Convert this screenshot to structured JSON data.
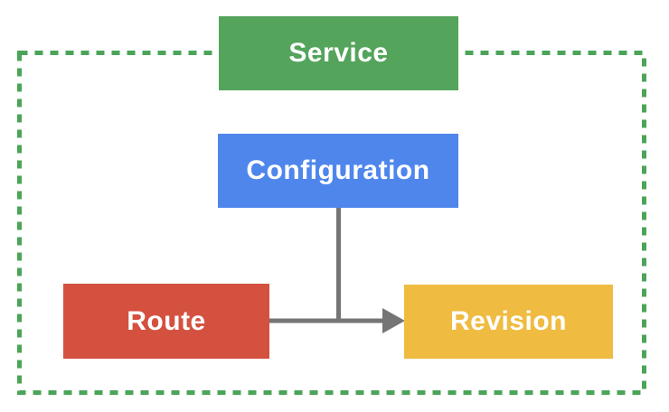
{
  "diagram": {
    "kind": "resource-relationship-diagram"
  },
  "nodes": {
    "service": {
      "label": "Service",
      "color": "#54A45C"
    },
    "configuration": {
      "label": "Configuration",
      "color": "#4F86EC"
    },
    "route": {
      "label": "Route",
      "color": "#D4513F"
    },
    "revision": {
      "label": "Revision",
      "color": "#EFBB41"
    }
  },
  "boundary": {
    "owner": "Service",
    "style": "dashed",
    "color": "#4BA458"
  },
  "connectors": {
    "color": "#757575",
    "edges": [
      {
        "from": "Configuration",
        "to": "Revision"
      },
      {
        "from": "Route",
        "to": "Revision"
      }
    ]
  },
  "text_color": "#FFFFFF"
}
